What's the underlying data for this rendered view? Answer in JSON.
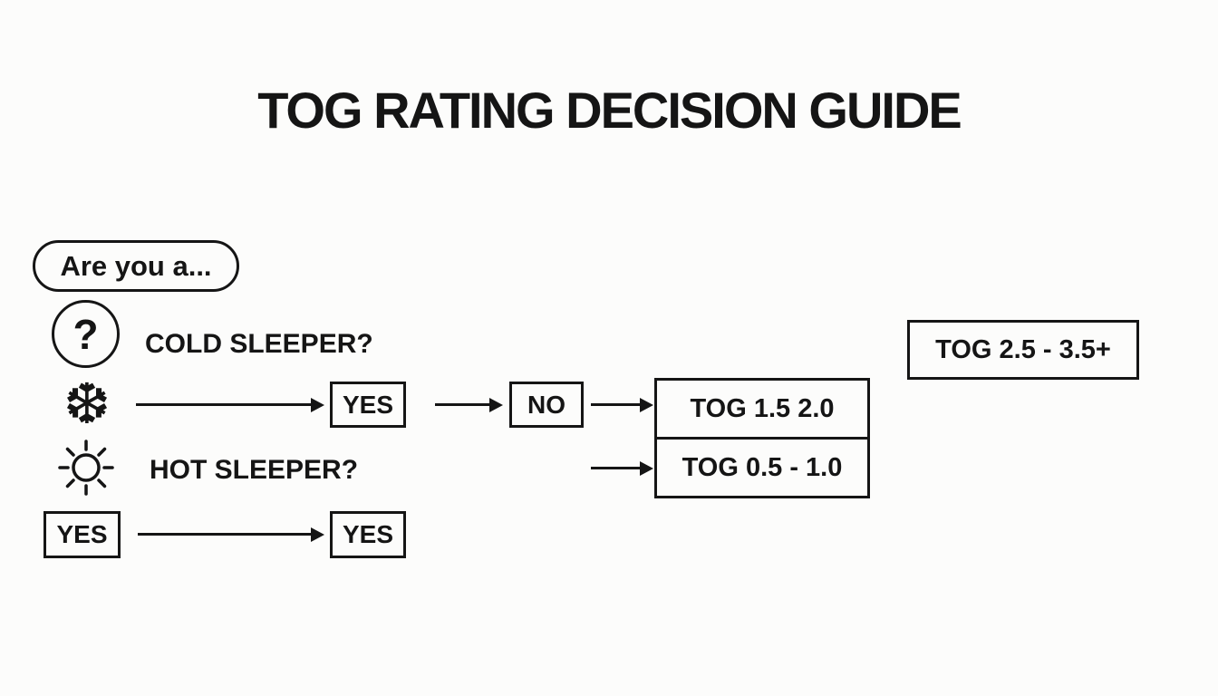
{
  "title": "TOG RATING DECISION GUIDE",
  "colors": {
    "ink": "#151515",
    "background": "#fcfcfb"
  },
  "flow": {
    "intro_label": "Are you a...",
    "question_mark": "?",
    "cold": {
      "question": "COLD SLEEPER?",
      "yes_label": "YES",
      "no_label": "NO",
      "result": "TOG 1.5 2.0"
    },
    "hot": {
      "question": "HOT SLEEPER?",
      "yes_start_label": "YES",
      "yes_end_label": "YES",
      "result": "TOG 0.5 - 1.0"
    },
    "high_result": "TOG 2.5 - 3.5+"
  },
  "icons": {
    "snowflake_glyph": "❆",
    "sun": "sun-with-rays",
    "question": "question-mark-in-circle"
  }
}
